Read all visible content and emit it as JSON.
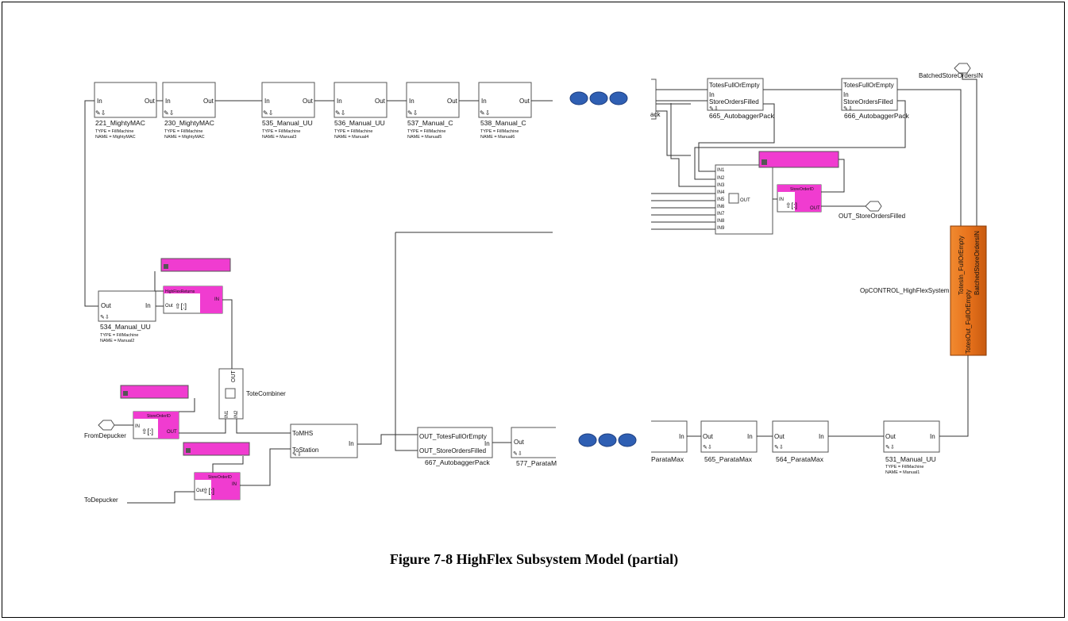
{
  "caption": "Figure 7-8 HighFlex Subsystem Model (partial)",
  "ports": {
    "in": "In",
    "out": "Out",
    "out_upper": "OUT",
    "in_upper": "IN",
    "totes_full_or_empty": "TotesFullOrEmpty",
    "store_orders_filled": "StoreOrdersFilled",
    "in1": "IN1",
    "in2": "IN2",
    "in3": "IN3",
    "in4": "IN4",
    "in5": "IN5",
    "in6": "IN6",
    "in7": "IN7",
    "in8": "IN8",
    "in9": "IN9",
    "to_mhs": "ToMHS",
    "to_station": "ToStation",
    "out_totes_full_or_empty": "OUT_TotesFullOrEmpty",
    "out_store_orders_filled": "OUT_StoreOrdersFilled",
    "totes_in_full_or_empty": "TotesIn_FullOrEmpty",
    "batched_store_orders_in_port": "BatchedStoreOrdersIN",
    "totes_out_full_or_empty": "TotesOut_FullOrEmpty"
  },
  "top_row": [
    {
      "name": "221_MightyMAC",
      "type": "TYPE = FillMachine",
      "nm": "NAME = MightyMAC"
    },
    {
      "name": "230_MightyMAC",
      "type": "TYPE = FillMachine",
      "nm": "NAME = MightyMAC"
    },
    {
      "name": "535_Manual_UU",
      "type": "TYPE = FillMachine",
      "nm": "NAME = Manual3"
    },
    {
      "name": "536_Manual_UU",
      "type": "TYPE = FillMachine",
      "nm": "NAME = Manual4"
    },
    {
      "name": "537_Manual_C",
      "type": "TYPE = FillMachine",
      "nm": "NAME = Manual5"
    },
    {
      "name": "538_Manual_C",
      "type": "TYPE = FillMachine",
      "nm": "NAME = Manual6"
    }
  ],
  "partial_top_label": "ack",
  "autobaggers_top": [
    {
      "name": "665_AutobaggerPack"
    },
    {
      "name": "666_AutobaggerPack"
    }
  ],
  "batched_store_orders_in": "BatchedStoreOrdersIN",
  "combiner_out_label": "OUT",
  "store_order_id": "StoreOrderID",
  "out_store_orders_filled": "OUT_StoreOrdersFilled",
  "opcontrol": {
    "name": "OpCONTROL_HighFlexSystem"
  },
  "left": {
    "manual534": {
      "name": "534_Manual_UU",
      "type": "TYPE = FillMachine",
      "nm": "NAME = Manual2"
    },
    "highflex_returns": "HighFlexReturns",
    "tote_combiner": "ToteCombiner",
    "from_depucker": "FromDepucker",
    "to_depucker": "ToDepucker",
    "autobagger667": "667_AutobaggerPack",
    "parata577": "577_ParataM"
  },
  "bottom_row": {
    "partial": "ParataMax",
    "p565": "565_ParataMax",
    "p564": "564_ParataMax",
    "m531": {
      "name": "531_Manual_UU",
      "type": "TYPE = FillMachine",
      "nm": "NAME = Manual1"
    }
  },
  "colors": {
    "magenta": "#f03cd0",
    "orange": "#e8731c",
    "ellipsis_blue": "#2f5fb3",
    "ellipsis_edge": "#1f3f80"
  }
}
